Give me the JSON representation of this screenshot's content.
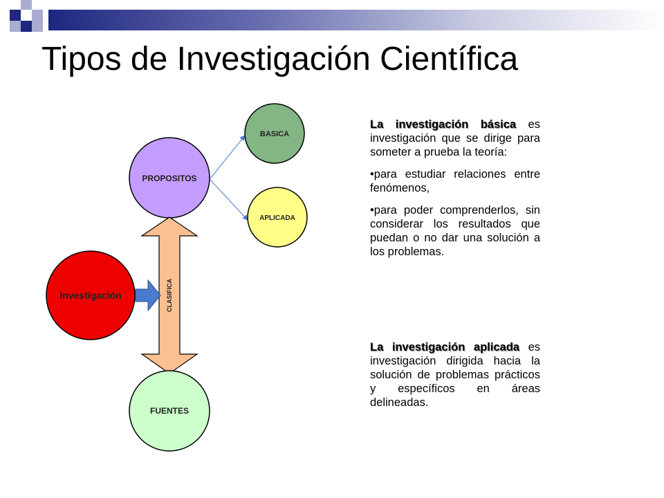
{
  "slide": {
    "title": "Tipos de Investigación Científica",
    "accent_colors": {
      "band_dark": "#1e2780",
      "square_dark": "#1e2780",
      "square_light": "#a9acd0"
    }
  },
  "diagram": {
    "nodes": {
      "investigacion": {
        "label": "Investigación",
        "color": "#ee0000"
      },
      "propositos": {
        "label": "PROPOSITOS",
        "color": "#c39dff"
      },
      "fuentes": {
        "label": "FUENTES",
        "color": "#ccffcc"
      },
      "basica": {
        "label": "BASICA",
        "color": "#83b585"
      },
      "aplicada": {
        "label": "APLICADA",
        "color": "#ffff88"
      }
    },
    "clasifica_label": "CLASIFICA",
    "clasifica_color": "#fac090",
    "arrow_color": "#4a7bd0"
  },
  "text": {
    "basica": {
      "term": "La investigación básica",
      "rest": " es investigación que se dirige para someter a prueba la teoría:",
      "bullet1": "•para estudiar relaciones entre fenómenos,",
      "bullet2": "•para poder comprenderlos, sin considerar los resultados que puedan o no dar una solución a los problemas."
    },
    "aplicada": {
      "term": "La investigación aplicada",
      "rest": " es investigación dirigida hacia la solución de problemas prácticos y específicos en áreas delineadas."
    }
  }
}
